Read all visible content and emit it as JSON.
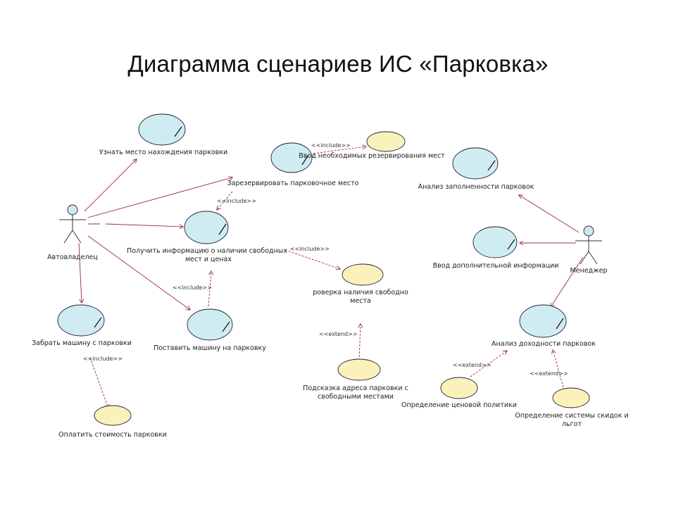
{
  "title": "Диаграмма сценариев ИС «Парковка»",
  "actors": {
    "driver": "Автовладелец",
    "manager": "Менеджер"
  },
  "use_cases": {
    "find_location": "Узнать место нахождения парковки",
    "reserve": "Зарезервировать парковочное место",
    "enter_reserve_data": "Ввод необходимых резервирования мест",
    "get_info_line1": "Получить информацию о наличии свободных",
    "get_info_line2": "мест и ценах",
    "check_free_line1": "роверка наличия свободно",
    "check_free_line2": "места",
    "take_car": "Забрать машину с парковки",
    "park_car": "Поставить машину на парковку",
    "pay": "Оплатить стоимость парковки",
    "hint_line1": "Подсказка адреса парковки с",
    "hint_line2": "свободными местами",
    "load_analysis": "Анализ заполненности парковок",
    "extra_info": "Ввод дополнительной информации",
    "profit_analysis": "Анализ доходности парковок",
    "price_policy": "Определение ценовой политики",
    "discount_line1": "Определение системы скидок и",
    "discount_line2": "льгот"
  },
  "stereotypes": {
    "include": "<<include>>",
    "extend": "<<extend>>"
  },
  "colors": {
    "line": "#9c2a4e",
    "use_case_fill": "#cfecf2",
    "extension_fill": "#fbf2bb"
  }
}
